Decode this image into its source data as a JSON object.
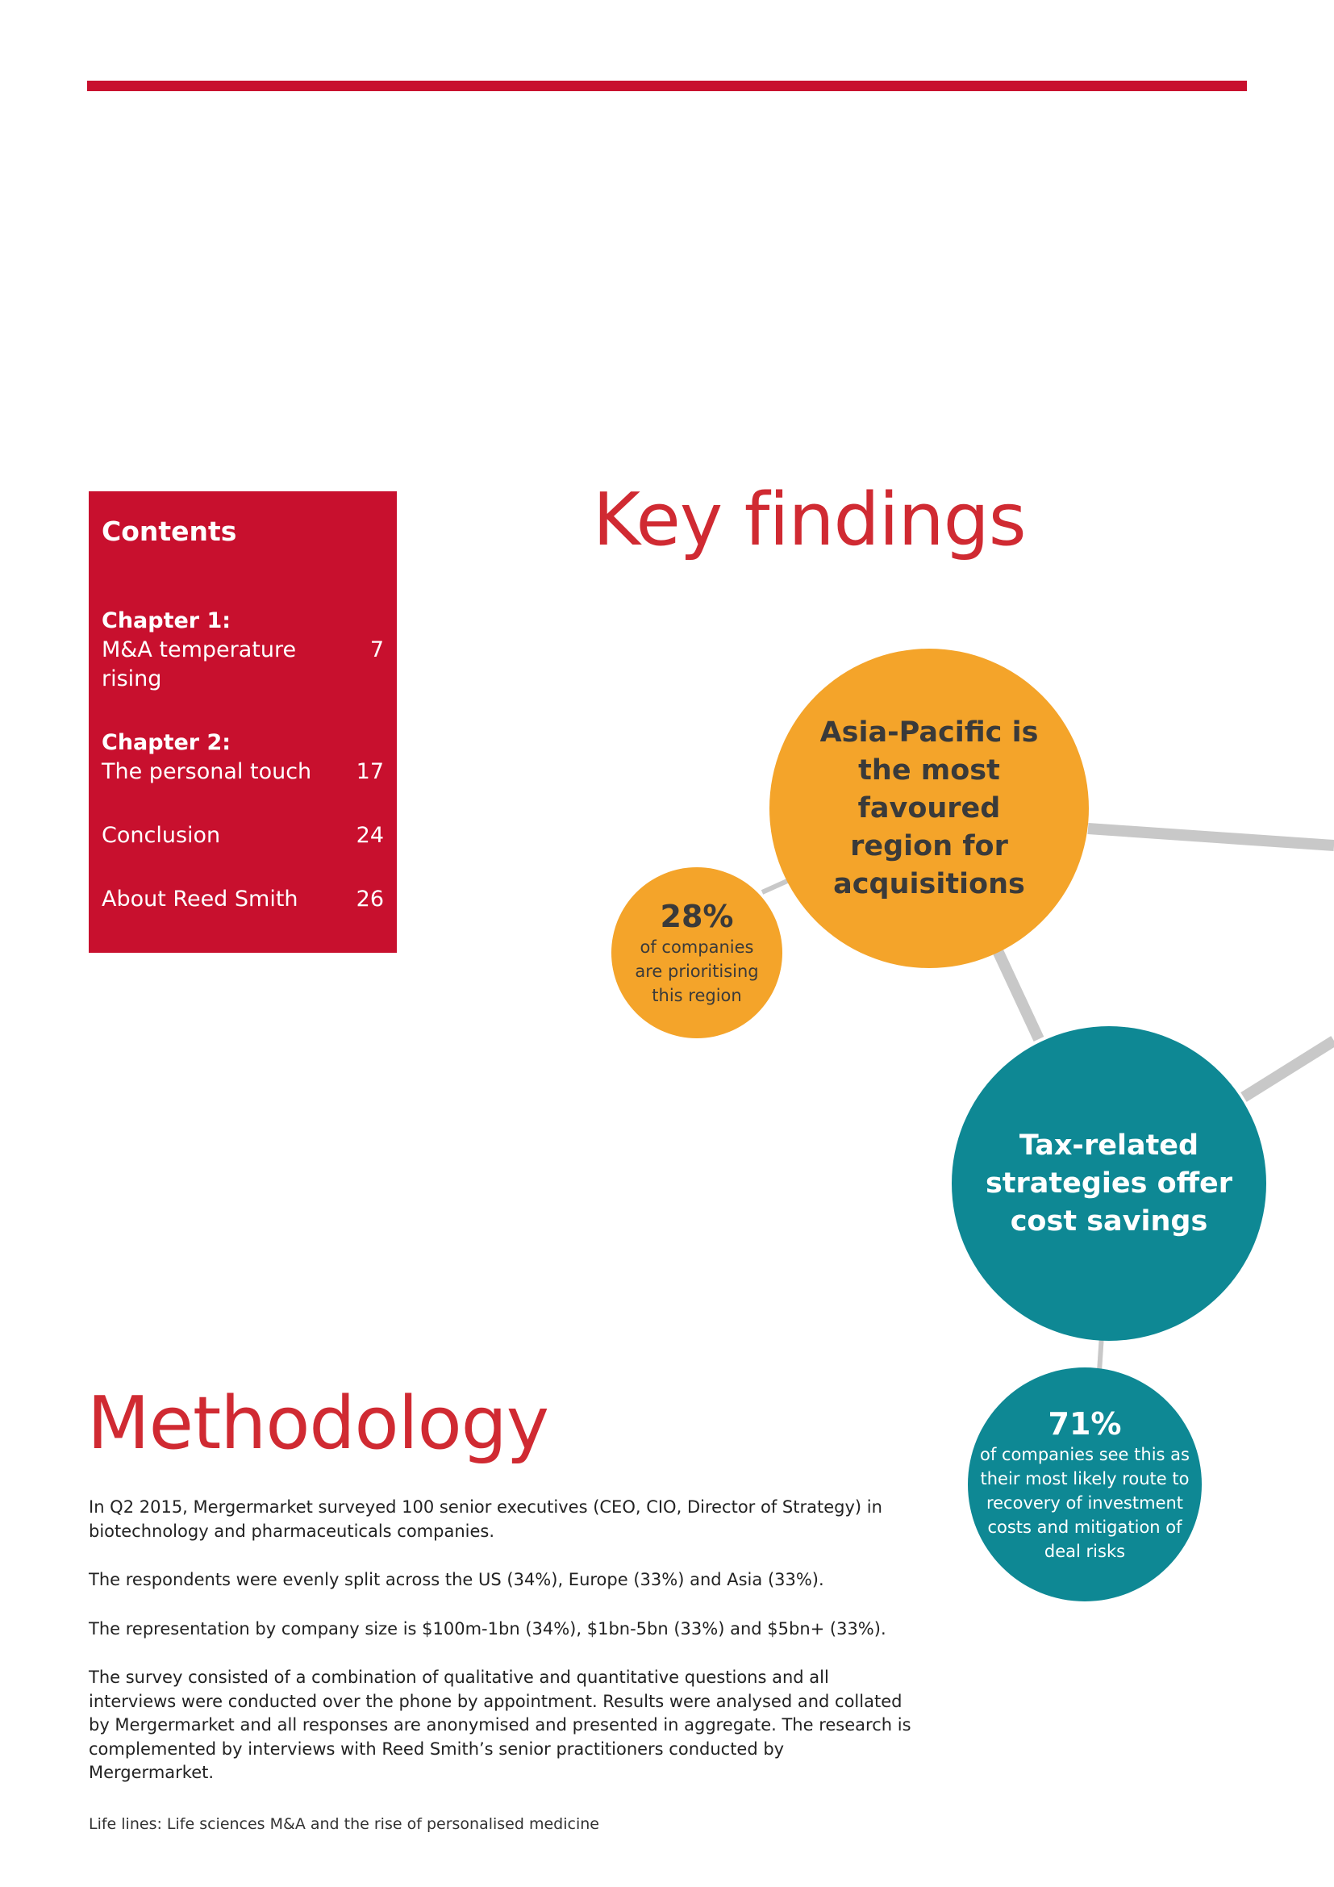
{
  "contents": {
    "heading": "Contents",
    "entries": [
      {
        "chapter": "Chapter 1:",
        "title": "M&A temperature rising",
        "page": "7"
      },
      {
        "chapter": "Chapter 2:",
        "title": "The personal touch",
        "page": "17"
      },
      {
        "chapter": "",
        "title": "Conclusion",
        "page": "24"
      },
      {
        "chapter": "",
        "title": "About Reed Smith",
        "page": "26"
      }
    ]
  },
  "key_findings": {
    "heading": "Key findings",
    "asia": "Asia-Pacific is the most favoured region for acquisitions",
    "stat1": {
      "value": "28%",
      "text": "of companies are prioritising this region"
    },
    "tax": "Tax-related strategies offer cost savings",
    "stat2": {
      "value": "71%",
      "text": "of companies see this as their most likely route to recovery of investment costs and mitigation of deal risks"
    }
  },
  "methodology": {
    "heading": "Methodology",
    "paragraphs": [
      "In Q2 2015, Mergermarket surveyed 100 senior executives (CEO, CIO, Director of Strategy) in biotechnology and pharmaceuticals companies.",
      "The respondents were evenly split across the US (34%), Europe (33%) and Asia (33%).",
      "The representation by company size is $100m-1bn (34%), $1bn-5bn (33%) and $5bn+ (33%).",
      "The survey consisted of a combination of qualitative and quantitative questions and all interviews were conducted over the phone by appointment. Results were analysed and collated by Mergermarket and all responses are anonymised and presented in aggregate. The research is complemented by interviews with Reed Smith’s senior practitioners conducted by Mergermarket."
    ]
  },
  "footer": "Life lines: Life sciences M&A and the rise of personalised medicine",
  "colors": {
    "brand_red": "#c8102e",
    "orange": "#f4a42a",
    "teal": "#0e8894",
    "connector_grey": "#c8c8c8"
  }
}
